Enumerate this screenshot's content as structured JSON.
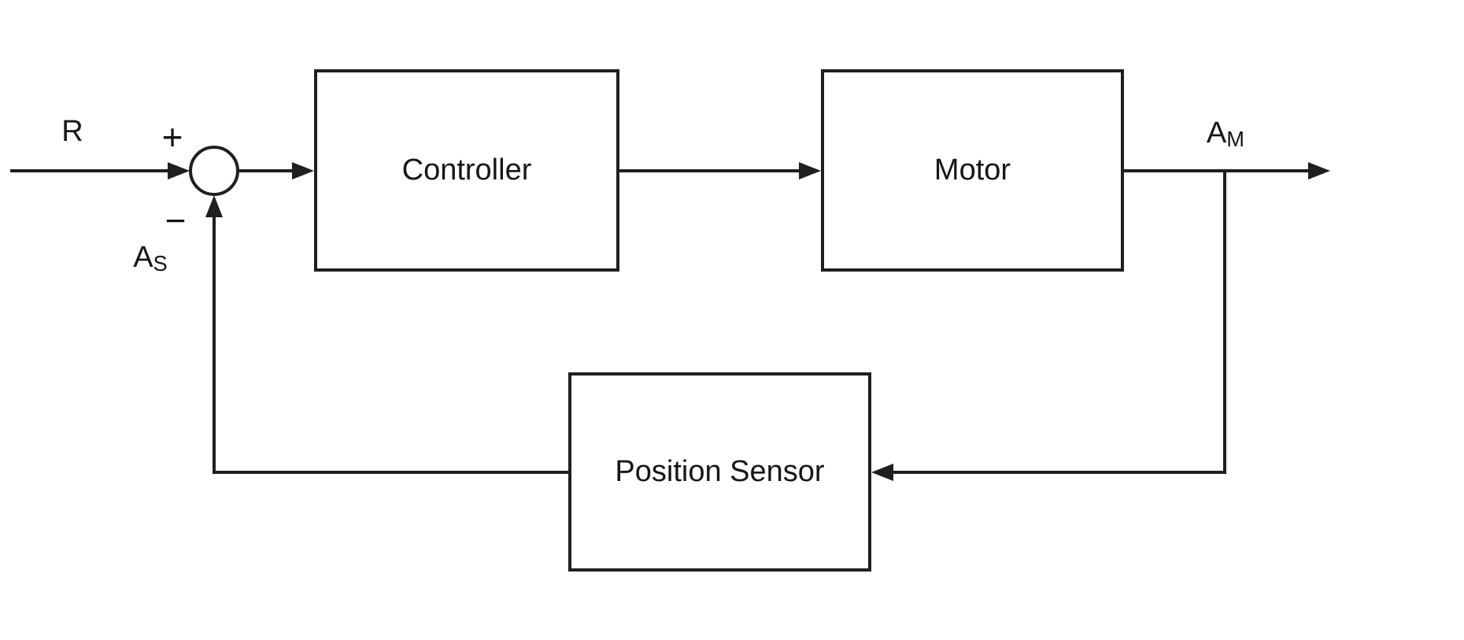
{
  "diagram": {
    "type": "feedback-control-block-diagram",
    "colors": {
      "line": "#1f1f1f",
      "text": "#161616",
      "background": "#ffffff"
    },
    "blocks": {
      "controller": "Controller",
      "motor": "Motor",
      "position_sensor": "Position Sensor"
    },
    "signals": {
      "reference": "R",
      "plus_sign": "+",
      "minus_sign": "−",
      "output_base": "A",
      "output_sub": "M",
      "feedback_base": "A",
      "feedback_sub": "S"
    },
    "flow": [
      "R → summing junction (+)",
      "summing junction → Controller",
      "Controller → Motor",
      "Motor → AM output",
      "AM output tap → Position Sensor",
      "Position Sensor → summing junction (− input, AS)"
    ]
  }
}
